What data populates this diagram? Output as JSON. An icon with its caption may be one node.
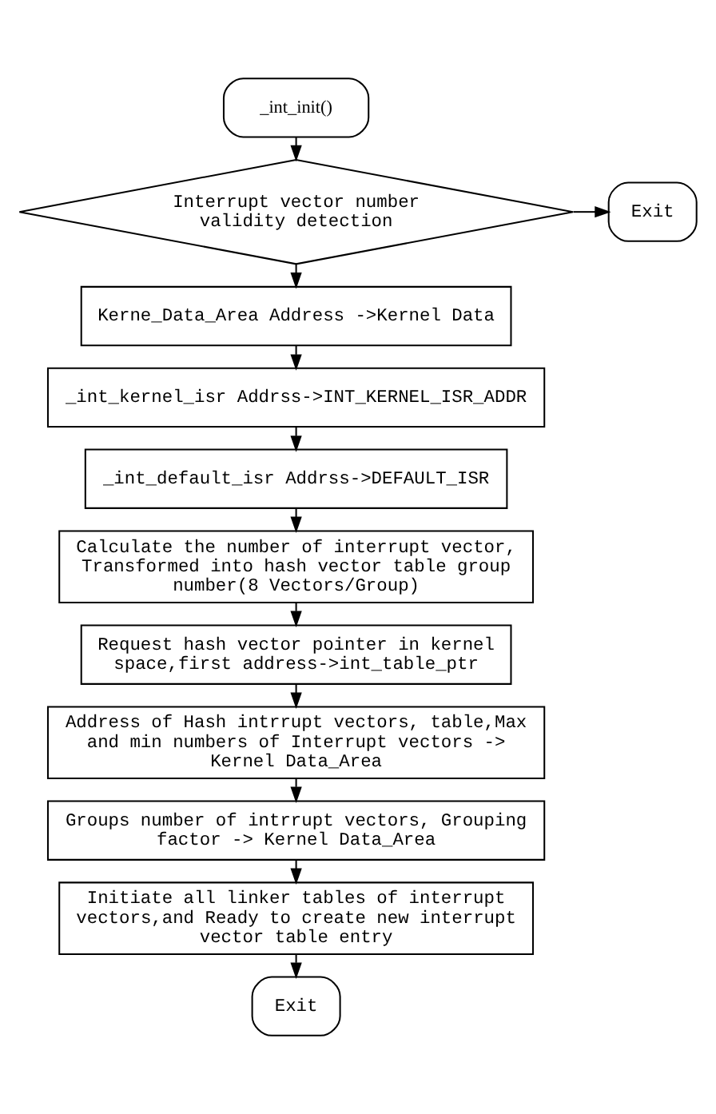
{
  "diagram": {
    "nodes": [
      {
        "text": [
          "_int_init()"
        ]
      },
      {
        "text": [
          "Interrupt vector number validity detection"
        ]
      },
      {
        "text": [
          "Exit"
        ]
      },
      {
        "text": [
          "Kerne_Data_Area Address ->Kernel Data"
        ]
      },
      {
        "text": [
          "_int_kernel_isr Addrss->INT_KERNEL_ISR_ADDR"
        ]
      },
      {
        "text": [
          "_int_default_isr Addrss->DEFAULT_ISR"
        ]
      },
      {
        "text": [
          "Calculate the number of interrupt vector, Transformed into hash vector table group number(8 Vectors/Group)"
        ]
      },
      {
        "text": [
          "Request hash vector pointer in kernel space,first address->int_table_ptr"
        ]
      },
      {
        "text": [
          "Address of Hash intrrupt vectors, table,Max and min numbers of Interrupt vectors -> Kernel Data_Area"
        ]
      },
      {
        "text": [
          "Groups number of intrrupt vectors, Grouping factor -> Kernel Data_Area"
        ]
      },
      {
        "text": [
          "Initiate all linker tables of interrupt vectors,and Ready to create new interrupt vector table entry"
        ]
      },
      {
        "text": [
          "Exit"
        ]
      }
    ],
    "edges": [
      {
        "from": 0,
        "to": 1,
        "arrow": "to"
      },
      {
        "from": 1,
        "to": 2,
        "arrow": "to"
      },
      {
        "from": 1,
        "to": 3,
        "arrow": "to"
      },
      {
        "from": 3,
        "to": 4,
        "arrow": "to"
      },
      {
        "from": 4,
        "to": 5,
        "arrow": "to"
      },
      {
        "from": 5,
        "to": 6,
        "arrow": "to"
      },
      {
        "from": 6,
        "to": 7,
        "arrow": "to"
      },
      {
        "from": 7,
        "to": 8,
        "arrow": "to"
      },
      {
        "from": 8,
        "to": 9,
        "arrow": "to"
      },
      {
        "from": 9,
        "to": 10,
        "arrow": "to"
      },
      {
        "from": 10,
        "to": 11,
        "arrow": "to"
      }
    ]
  }
}
